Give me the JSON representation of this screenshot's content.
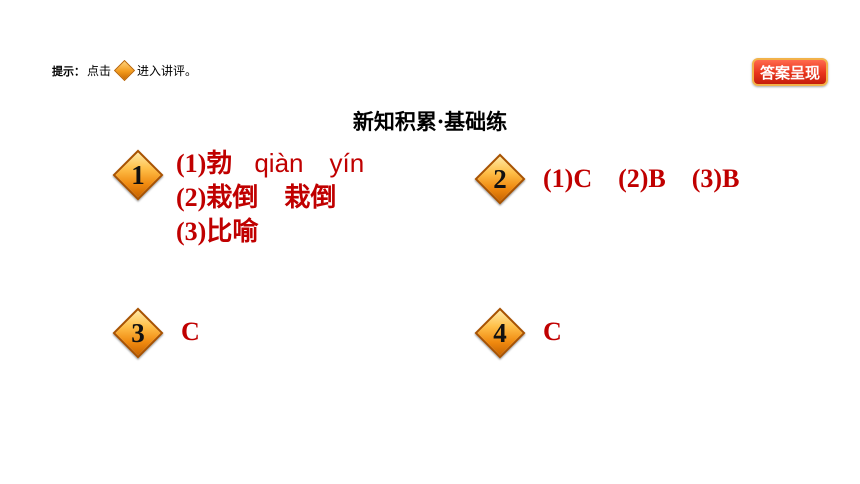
{
  "hint": {
    "label": "提示：",
    "before": "点击",
    "icon": "orange-diamond-icon",
    "after": "进入讲评。"
  },
  "answer_button": {
    "label": "答案呈现"
  },
  "section_title": "新知积累·基础练",
  "questions": [
    {
      "number": "1",
      "lines": [
        {
          "prefix": "(1)勃",
          "pinyin": "qiàn　yín"
        },
        {
          "text": "(2)栽倒　栽倒"
        },
        {
          "text": "(3)比喻"
        }
      ]
    },
    {
      "number": "2",
      "text": "(1)C　(2)B　(3)B"
    },
    {
      "number": "3",
      "text": "C"
    },
    {
      "number": "4",
      "text": "C"
    }
  ],
  "colors": {
    "answer_text": "#c00000",
    "badge_orange": "#f08a10",
    "button_red": "#e8321a"
  }
}
